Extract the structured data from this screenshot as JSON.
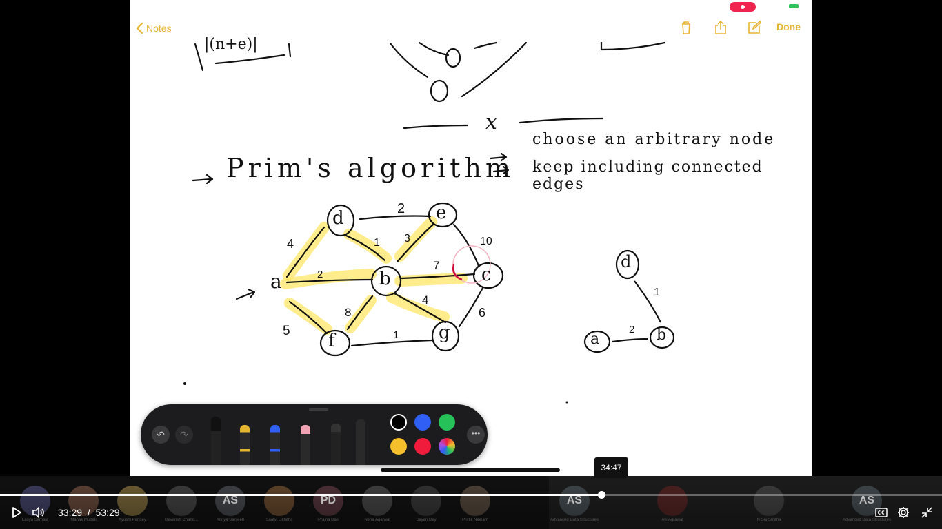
{
  "notes_toolbar": {
    "back_label": "Notes",
    "done_label": "Done",
    "accent_color": "#e7b532",
    "icons": [
      "trash-icon",
      "share-icon",
      "compose-icon"
    ]
  },
  "handwriting": {
    "top_fragment": "|(n+e)|",
    "heading": "Prim's algorithm",
    "steps": [
      "choose an arbitrary node",
      "keep including connected edges"
    ],
    "cross_mark": "x"
  },
  "graph": {
    "nodes": [
      "a",
      "b",
      "c",
      "d",
      "e",
      "f",
      "g"
    ],
    "edges": [
      {
        "from": "a",
        "to": "d",
        "weight": "4"
      },
      {
        "from": "d",
        "to": "e",
        "weight": "2"
      },
      {
        "from": "d",
        "to": "b",
        "weight": "1"
      },
      {
        "from": "e",
        "to": "b",
        "weight": "3"
      },
      {
        "from": "e",
        "to": "c",
        "weight": "10"
      },
      {
        "from": "a",
        "to": "b",
        "weight": "2"
      },
      {
        "from": "b",
        "to": "c",
        "weight": "7"
      },
      {
        "from": "b",
        "to": "g",
        "weight": "4"
      },
      {
        "from": "b",
        "to": "f",
        "weight": "8"
      },
      {
        "from": "a",
        "to": "f",
        "weight": "5"
      },
      {
        "from": "f",
        "to": "g",
        "weight": "1"
      },
      {
        "from": "c",
        "to": "g",
        "weight": "6"
      }
    ],
    "highlight_color": "#ffe55c"
  },
  "mst": {
    "nodes": [
      "d",
      "a",
      "b"
    ],
    "edges": [
      {
        "from": "d",
        "to": "b",
        "weight": "1"
      },
      {
        "from": "a",
        "to": "b",
        "weight": "2"
      }
    ]
  },
  "palette": {
    "tools": [
      "undo",
      "redo",
      "pen",
      "highlighter",
      "marker",
      "eraser",
      "pencil",
      "ruler"
    ],
    "colors": [
      "#000000",
      "#2f5ff5",
      "#27c15a",
      "#f5be2b",
      "#f01c3c",
      "rainbow"
    ]
  },
  "player": {
    "current_time": "33:29",
    "separator": "/",
    "duration": "53:29",
    "hover_time": "34:47",
    "progress": 0.638,
    "icons": [
      "play-icon",
      "volume-icon",
      "captions-icon",
      "settings-icon",
      "exit-fullscreen-icon"
    ]
  },
  "participants": [
    {
      "initials": "",
      "name": "Lasya Samala",
      "color": "#3a3a5a"
    },
    {
      "initials": "",
      "name": "Mahak Mudali",
      "color": "#5a3f33"
    },
    {
      "initials": "",
      "name": "Ayushi Pandey",
      "color": "#6a5a33"
    },
    {
      "initials": "",
      "name": "Devansh Chand...",
      "color": "#3a3a3a"
    },
    {
      "initials": "AS",
      "name": "Aditya Sanjeeb",
      "color": "#3d3f44"
    },
    {
      "initials": "",
      "name": "Saatvi Likhitha",
      "color": "#5a4028"
    },
    {
      "initials": "PD",
      "name": "Prajna Das",
      "color": "#4a2f35"
    },
    {
      "initials": "",
      "name": "Neha Agarwal",
      "color": "#3d3d3d"
    },
    {
      "initials": "",
      "name": "Sayan Dey",
      "color": "#303030"
    },
    {
      "initials": "",
      "name": "Pratik Neelam",
      "color": "#4a3f35"
    },
    {
      "initials": "AS",
      "name": "Advanced Data Structures & Algorit...",
      "color": "#3d4448"
    },
    {
      "initials": "",
      "name": "Avi Agrawal",
      "color": "#4a2020"
    },
    {
      "initials": "",
      "name": "N Sai Smitha",
      "color": "#3a3a3a"
    },
    {
      "initials": "AS",
      "name": "Advanced Data Structures & Algori...",
      "color": "#3d4448"
    }
  ]
}
